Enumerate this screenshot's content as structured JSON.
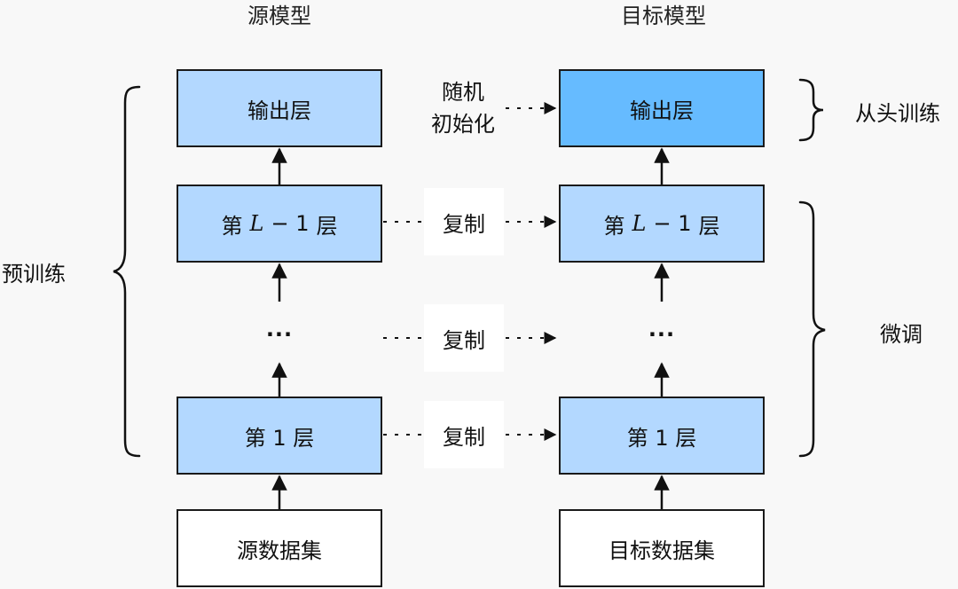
{
  "titles": {
    "source": "源模型",
    "target": "目标模型"
  },
  "source": {
    "output": "输出层",
    "layer_l_prefix": "第",
    "layer_l_var": "L",
    "layer_l_rest": "− 1",
    "layer_l_suffix": "层",
    "dots": "···",
    "layer_1": "第 1 层",
    "dataset": "源数据集"
  },
  "target": {
    "output": "输出层",
    "layer_l_prefix": "第",
    "layer_l_var": "L",
    "layer_l_rest": "− 1",
    "layer_l_suffix": "层",
    "dots": "···",
    "layer_1": "第 1 层",
    "dataset": "目标数据集"
  },
  "middle": {
    "random_init_line1": "随机",
    "random_init_line2": "初始化",
    "copy_1": "复制",
    "copy_2": "复制",
    "copy_3": "复制"
  },
  "side_labels": {
    "pretrain": "预训练",
    "from_scratch": "从头训练",
    "finetune": "微调"
  },
  "colors": {
    "layer_fill": "#b3d8ff",
    "target_output_fill": "#66bbff",
    "data_fill": "#ffffff",
    "stroke": "#1a1a1a"
  }
}
